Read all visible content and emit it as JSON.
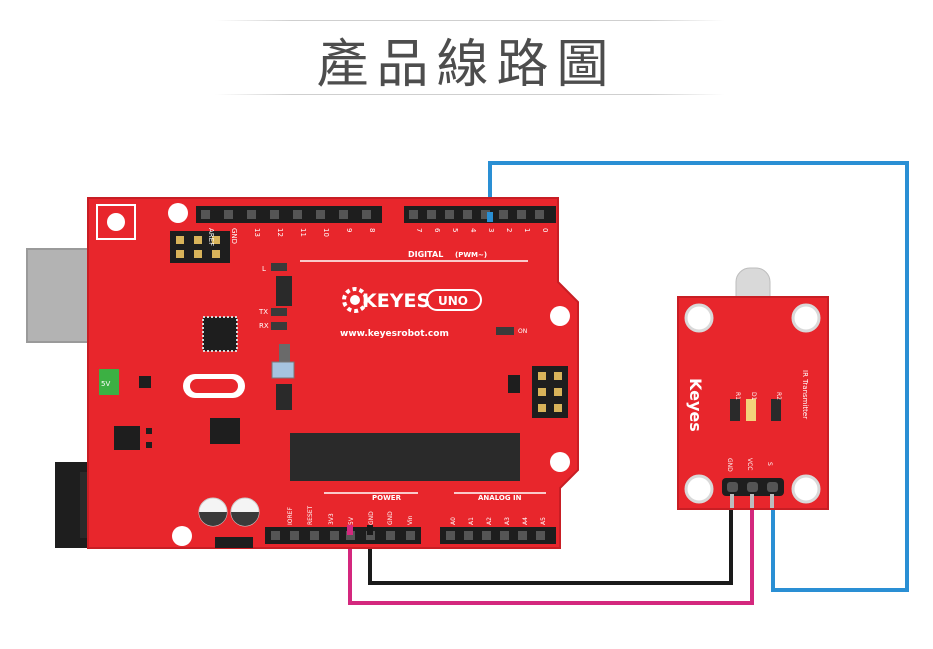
{
  "title": "產品線路圖",
  "arduino": {
    "brand": "KEYES",
    "model_badge": "UNO",
    "url": "www.keyesrobot.com",
    "digital_label": "DIGITAL",
    "pwm_label": "(PWM~)",
    "power_label": "POWER",
    "analog_label": "ANALOG IN",
    "on_label": "ON",
    "led_labels": [
      "L",
      "TX",
      "RX"
    ],
    "power_pins": [
      "IOREF",
      "RESET",
      "3V3",
      "5V",
      "GND",
      "GND",
      "Vin"
    ],
    "analog_pins": [
      "A0",
      "A1",
      "A2",
      "A3",
      "A4",
      "A5"
    ],
    "digital_pins": [
      "7",
      "6",
      "5",
      "4",
      "3",
      "2",
      "1",
      "0"
    ],
    "top_pins_left": [
      "AREF",
      "GND",
      "13",
      "12",
      "11",
      "10",
      "9",
      "8"
    ],
    "power_chip_label": "5V"
  },
  "module": {
    "brand": "Keyes",
    "name": "IR Transmitter",
    "pin_labels": [
      "GND",
      "VCC",
      "S"
    ],
    "chip_labels": [
      "R1",
      "D1",
      "R2"
    ]
  },
  "wires": [
    {
      "name": "signal",
      "from": "Digital 3",
      "to": "S",
      "color": "#2a8fd4"
    },
    {
      "name": "ground",
      "from": "GND",
      "to": "GND",
      "color": "#1a1a1a"
    },
    {
      "name": "power",
      "from": "5V",
      "to": "VCC",
      "color": "#d4287e"
    }
  ]
}
